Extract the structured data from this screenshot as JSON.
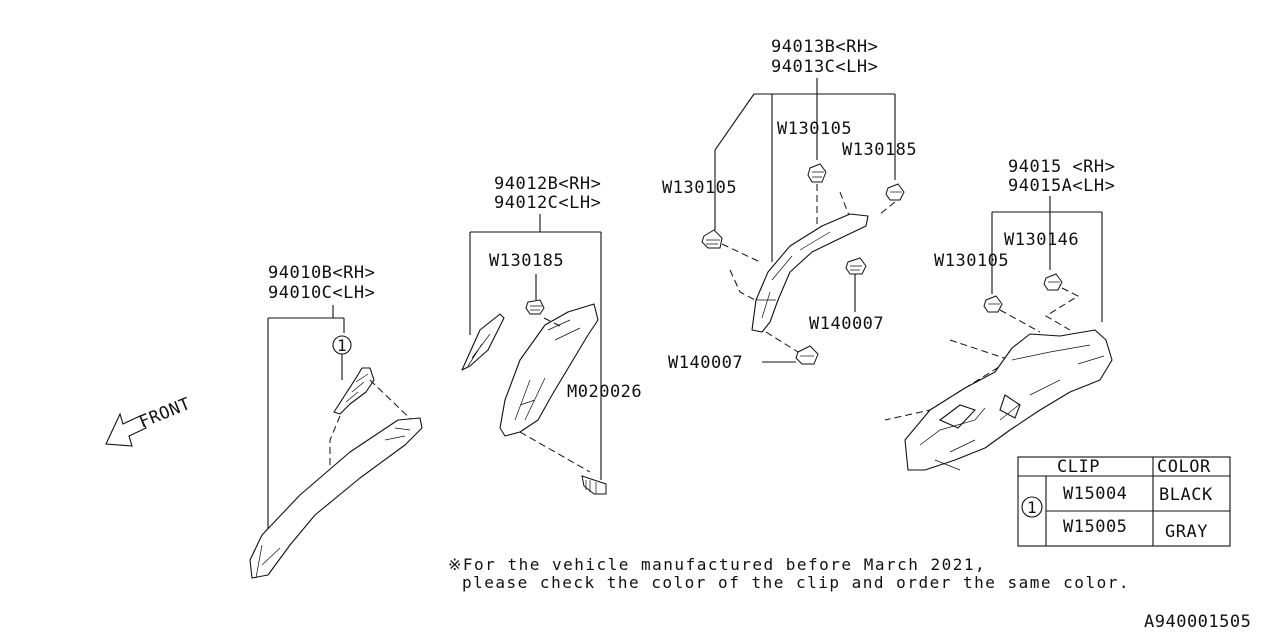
{
  "front_label": "FRONT",
  "part_labels": {
    "p94010": [
      "94010B<RH>",
      "94010C<LH>"
    ],
    "p94012": [
      "94012B<RH>",
      "94012C<LH>"
    ],
    "p94013": [
      "94013B<RH>",
      "94013C<LH>"
    ],
    "p94015": [
      "94015  <RH>",
      "94015A<LH>"
    ]
  },
  "fasteners": {
    "w130185_a": "W130185",
    "m020026": "M020026",
    "w130105_a": "W130105",
    "w130105_b": "W130105",
    "w130185_b": "W130185",
    "w140007_a": "W140007",
    "w140007_b": "W140007",
    "w130146": "W130146",
    "w130105_c": "W130105"
  },
  "callout_marker": "1",
  "clip_table": {
    "headers": [
      "CLIP",
      "COLOR"
    ],
    "marker": "1",
    "rows": [
      {
        "clip": "W15004",
        "color": "BLACK"
      },
      {
        "clip": "W15005",
        "color": "GRAY"
      }
    ]
  },
  "note": {
    "line1": "※For the vehicle manufactured before March 2021,",
    "line2": "please check the color of the clip and order the same color."
  },
  "diagram_id": "A940001505"
}
